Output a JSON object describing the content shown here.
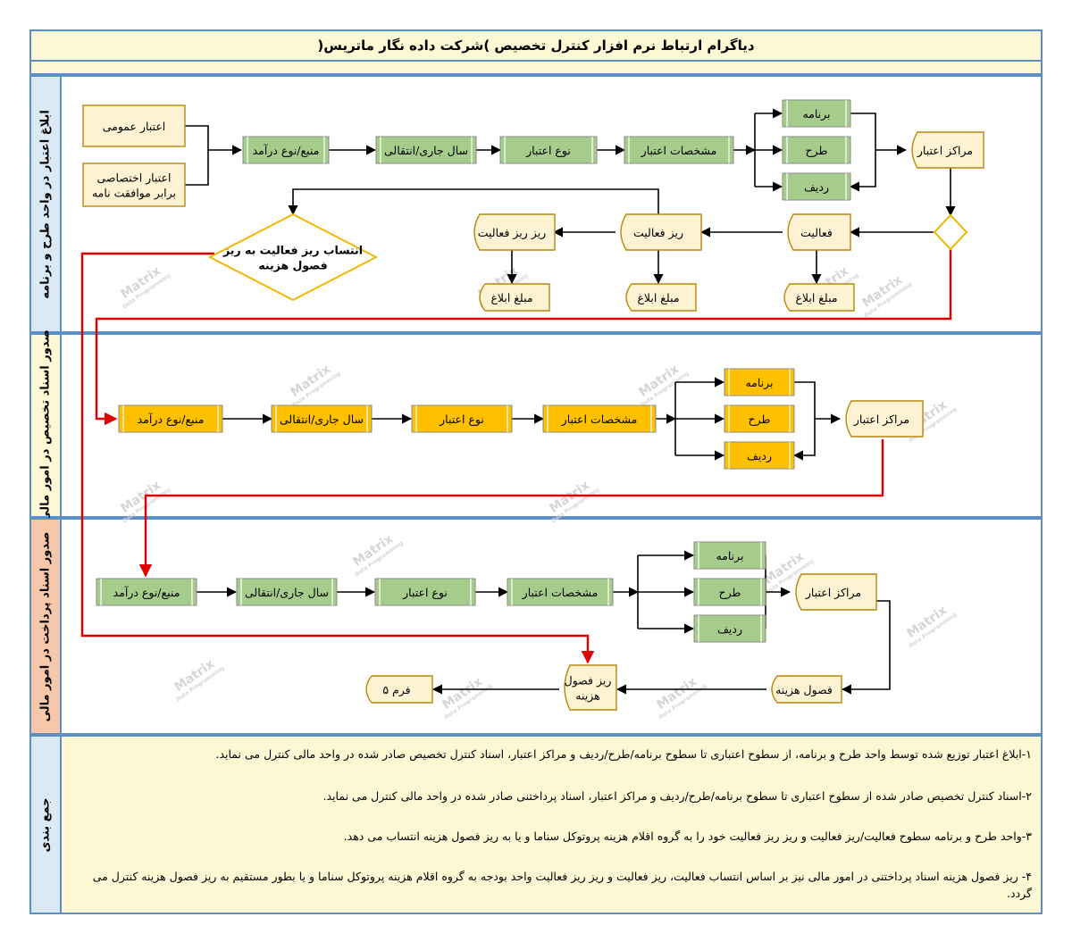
{
  "title": "دیاگرام ارتباط نرم افزار کنترل تخصیص )شرکت داده نگار ماتریس(",
  "lanes": {
    "lane1": "ابلاغ اعتبار در واحد طرح و برنامه",
    "lane2": "صدور اسناد تخصیص در امور مالی",
    "lane3": "صدور اسناد پرداخت در امور مالی",
    "lane4": "جمع بندی"
  },
  "colors": {
    "lane_border": "#5b8fc7",
    "title_bg": "#fdf7d4",
    "green_box": "#a6cc8c",
    "orange_box": "#ffc000",
    "doc_fill": "#fdf3d3",
    "diamond_stroke": "#f0b800",
    "red_line": "#e00000",
    "lane2_label_bg": "#fdf7d4",
    "lane3_label_bg": "#f7c7a9",
    "notes_label_bg": "#dbe9f5"
  },
  "nodes": {
    "l1_general": "اعتبار عمومی",
    "l1_special": "اعتبار اختصاصی|برابر موافقت نامه",
    "l1_source": "منبع/نوع درآمد",
    "l1_year": "سال جاری/انتقالی",
    "l1_type": "نوع اعتبار",
    "l1_spec": "مشخصات اعتبار",
    "l1_program": "برنامه",
    "l1_plan": "طرح",
    "l1_row": "ردیف",
    "l1_centers": "مراکز اعتبار",
    "l1_activity": "فعالیت",
    "l1_subactivity": "ریز فعالیت",
    "l1_subsubactivity": "ریز ریز فعالیت",
    "l1_amount1": "مبلغ ابلاغ",
    "l1_amount2": "مبلغ ابلاغ",
    "l1_amount3": "مبلغ ابلاغ",
    "l1_decision": "انتساب ریز فعالیت به ریز|فصول هزینه",
    "l2_source": "منبع/نوع درآمد",
    "l2_year": "سال جاری/انتقالی",
    "l2_type": "نوع اعتبار",
    "l2_spec": "مشخصات اعتبار",
    "l2_program": "برنامه",
    "l2_plan": "طرح",
    "l2_row": "ردیف",
    "l2_centers": "مراکز اعتبار",
    "l3_source": "منبع/نوع درآمد",
    "l3_year": "سال جاری/انتقالی",
    "l3_type": "نوع اعتبار",
    "l3_spec": "مشخصات اعتبار",
    "l3_program": "برنامه",
    "l3_plan": "طرح",
    "l3_row": "ردیف",
    "l3_centers": "مراکز اعتبار",
    "l3_costs": "فصول هزینه",
    "l3_subcosts": "ریز فصول|هزینه",
    "l3_form5": "فرم ۵"
  },
  "notes": [
    "۱-ابلاغ اعتبار توزیع شده توسط واحد طرح و برنامه، از سطوح اعتباری تا  سطوح برنامه/طرح/ردیف و مراکز اعتبار، اسناد کنترل تخصیص صادر شده در واحد مالی کنترل می نماید.",
    "۲-اسناد کنترل تخصیص صادر شده از سطوح اعتباری تا  سطوح برنامه/طرح/ردیف و مراکز اعتبار، اسناد پرداختنی صادر شده در واحد مالی کنترل می نماید.",
    "۳-واحد طرح و برنامه سطوح فعالیت/ریز فعالیت و ریز ریز فعالیت خود را به گروه اقلام هزینه پروتوکل سناما و یا به ریز فصول هزینه انتساب می دهد.",
    "۴- ریز فصول هزینه اسناد پرداختنی در امور مالی نیز  بر اساس انتساب فعالیت، ریز فعالیت و ریز ریز فعالیت واحد بودجه به گروه اقلام هزینه پروتوکل سناما و یا بطور مستقیم به ریز فصول هزینه کنترل می گردد."
  ],
  "watermark": {
    "title": "Matrix",
    "subtitle": "Data Programming"
  }
}
